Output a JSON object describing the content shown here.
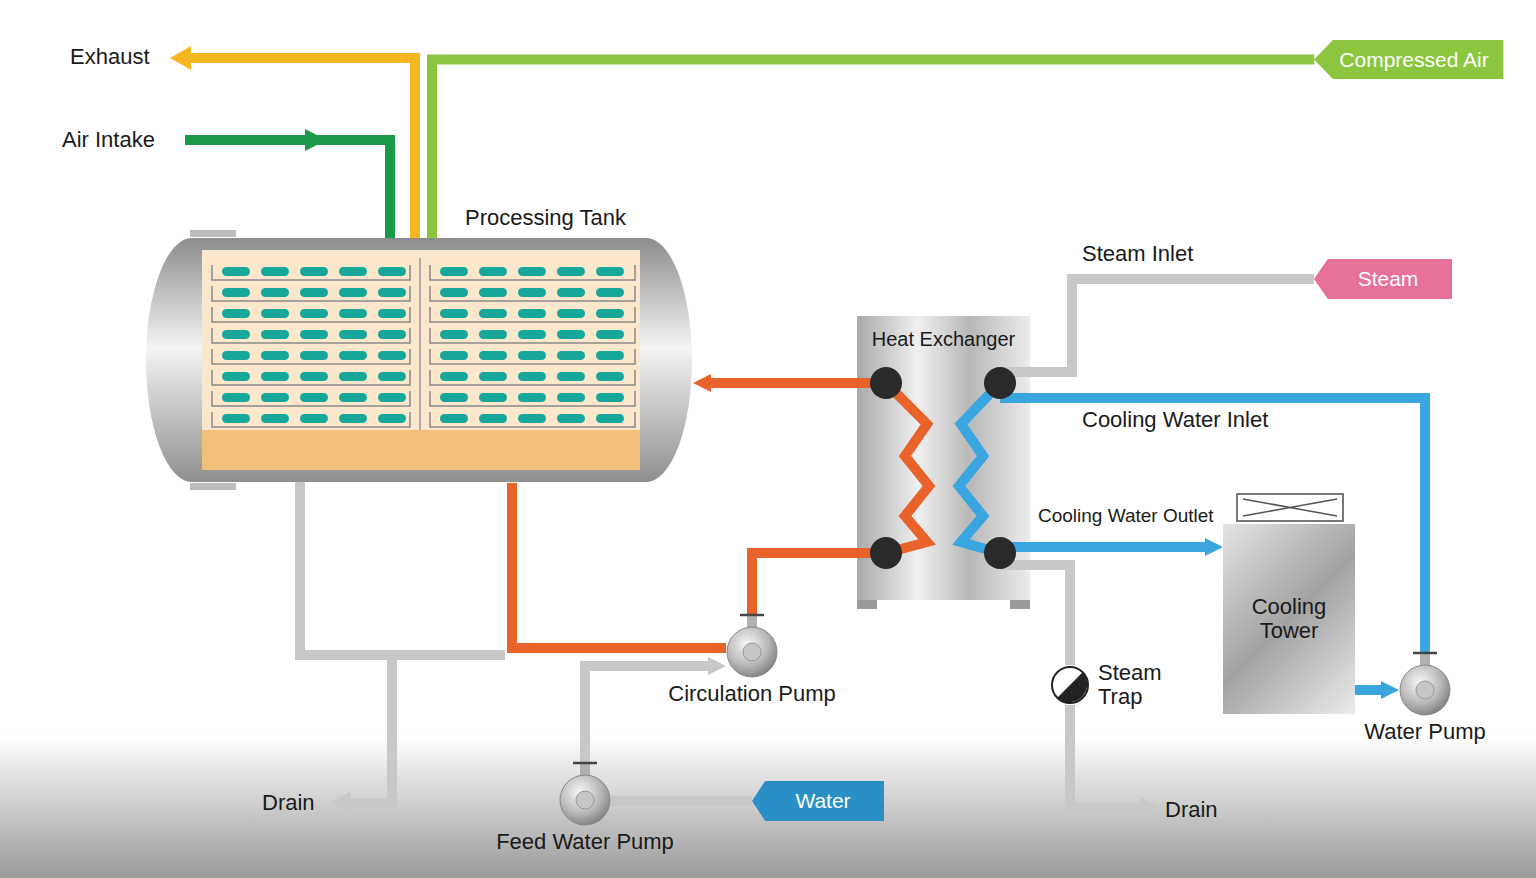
{
  "diagram": {
    "nodes": [
      {
        "text": [
          "Processing Tank"
        ]
      },
      {
        "text": [
          "Heat Exchanger"
        ]
      },
      {
        "text": [
          "Cooling Tower"
        ]
      },
      {
        "text": [
          "Circulation Pump"
        ]
      },
      {
        "text": [
          "Feed Water Pump"
        ]
      },
      {
        "text": [
          "Water Pump"
        ]
      },
      {
        "text": [
          "Steam Trap"
        ]
      },
      {
        "text": [
          "Steam"
        ]
      },
      {
        "text": [
          "Water"
        ]
      },
      {
        "text": [
          "Compressed Air"
        ]
      }
    ],
    "edges": [
      {
        "from": 9,
        "to": 0,
        "arrow": "none"
      },
      {
        "from": 7,
        "to": 1,
        "label": "Steam Inlet",
        "arrow": "none"
      },
      {
        "from": 1,
        "to": 0,
        "arrow": "to"
      },
      {
        "from": 0,
        "to": 3,
        "arrow": "none"
      },
      {
        "from": 3,
        "to": 1,
        "arrow": "none"
      },
      {
        "from": 4,
        "to": 3,
        "arrow": "to"
      },
      {
        "from": 8,
        "to": 4,
        "arrow": "none"
      },
      {
        "from": 1,
        "to": 2,
        "label": "Cooling Water Outlet",
        "arrow": "to"
      },
      {
        "from": 2,
        "to": 5,
        "arrow": "to"
      },
      {
        "from": 5,
        "to": 1,
        "label": "Cooling Water Inlet",
        "arrow": "none"
      },
      {
        "from": 1,
        "to": 6,
        "arrow": "none"
      }
    ],
    "labels": [
      "Exhaust",
      "Air Intake",
      "Drain",
      "Drain"
    ]
  }
}
